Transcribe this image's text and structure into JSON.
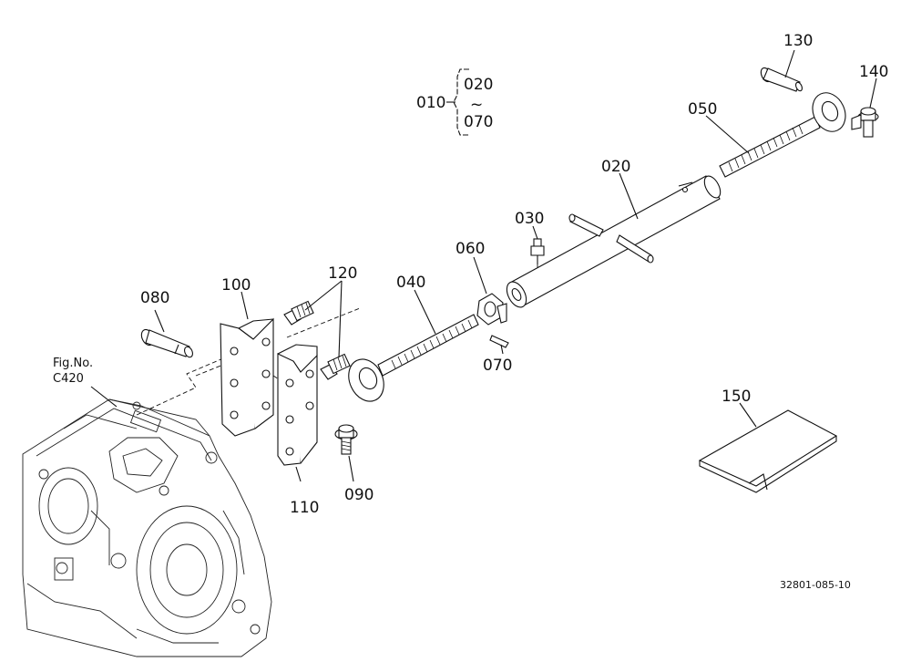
{
  "labels": {
    "p010": "010",
    "p020_range_start": "020",
    "range_tilde": "~",
    "p070_range_end": "070",
    "p020": "020",
    "p030": "030",
    "p040": "040",
    "p050": "050",
    "p060": "060",
    "p070": "070",
    "p080": "080",
    "p090": "090",
    "p100": "100",
    "p110": "110",
    "p120": "120",
    "p130": "130",
    "p140": "140",
    "p150": "150"
  },
  "figure_ref": {
    "line1": "Fig.No.",
    "line2": "C420"
  },
  "drawing_number": "32801-085-10"
}
